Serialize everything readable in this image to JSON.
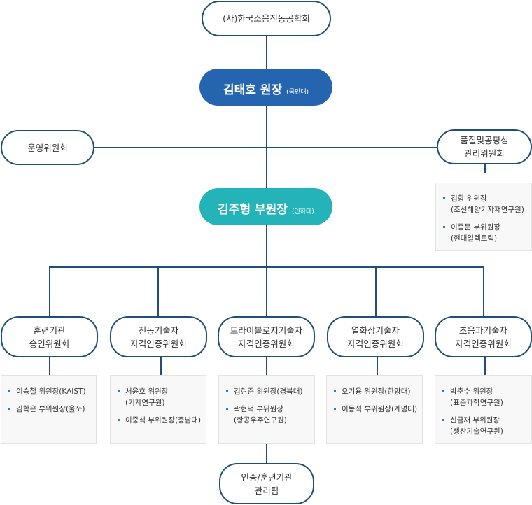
{
  "top_org": [
    "(사)한국소음진동공학회"
  ],
  "director": {
    "name": "김태호 원장",
    "affil": "(국민대)"
  },
  "operating_committee": [
    "운영위원회"
  ],
  "quality_committee": {
    "title": [
      "품질및공평성",
      "관리위원회"
    ],
    "members": [
      [
        "김항 위원장",
        "(조선해양기자재연구원)"
      ],
      [
        "이종문 부위원장",
        "(현대일렉트릭)"
      ]
    ]
  },
  "vice_director": {
    "name": "김주형 부원장",
    "affil": "(인하대)"
  },
  "committees": [
    {
      "title": [
        "훈련기관",
        "승인위원회"
      ],
      "members": [
        [
          "이승철 위원장(KAIST)"
        ],
        [
          "김학은 부위원장(울쏘)"
        ]
      ]
    },
    {
      "title": [
        "진동기술자",
        "자격인증위원회"
      ],
      "members": [
        [
          "서윤호 위원장",
          "(기계연구원)"
        ],
        [
          "이중석 부위원장(충남대)"
        ]
      ]
    },
    {
      "title": [
        "트라이볼로지기술자",
        "자격인증위원회"
      ],
      "members": [
        [
          "김현준 위원장(경북대)"
        ],
        [
          "곽현덕 부위원장",
          "(항공우주연구원)"
        ]
      ]
    },
    {
      "title": [
        "열화상기술자",
        "자격인증위원회"
      ],
      "members": [
        [
          "오기용 위원장(한양대)"
        ],
        [
          "이동석 부위원장(계명대)"
        ]
      ]
    },
    {
      "title": [
        "초음파기술자",
        "자격인증위원회"
      ],
      "members": [
        [
          "박춘수 위원장",
          "(표준과학연구원)"
        ],
        [
          "신금재 부위원장",
          "(생산기술연구원)"
        ]
      ]
    }
  ],
  "management_team": [
    "인증/훈련기관",
    "관리팀"
  ]
}
